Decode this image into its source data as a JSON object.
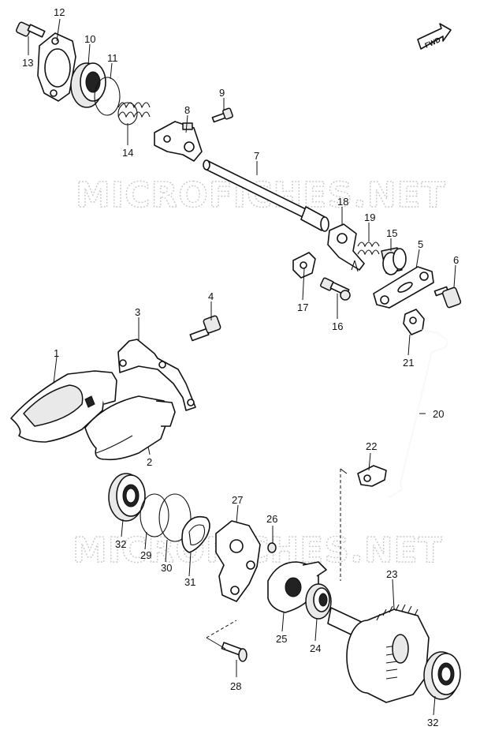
{
  "watermark": "MICROFICHES.NET",
  "fwd_label": "FWD",
  "callouts": {
    "c1": "1",
    "c2": "2",
    "c3": "3",
    "c4": "4",
    "c5": "5",
    "c6": "6",
    "c7": "7",
    "c8": "8",
    "c9": "9",
    "c10": "10",
    "c11": "11",
    "c12": "12",
    "c13": "13",
    "c14": "14",
    "c15": "15",
    "c16": "16",
    "c17": "17",
    "c18": "18",
    "c19": "19",
    "c20": "20",
    "c21": "21",
    "c22": "22",
    "c23": "23",
    "c24": "24",
    "c25": "25",
    "c26": "26",
    "c27": "27",
    "c28": "28",
    "c29": "29",
    "c30": "30",
    "c31": "31",
    "c32a": "32",
    "c32b": "32"
  }
}
